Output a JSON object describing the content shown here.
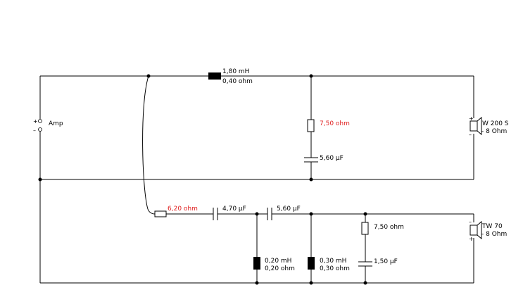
{
  "colors": {
    "wire": "#000000",
    "highlight": "#e02020",
    "background": "#ffffff"
  },
  "source": {
    "label": "Amp",
    "plus": "+",
    "minus": "–"
  },
  "woofer_branch": {
    "series_inductor": {
      "value": "1,80 mH",
      "resistance": "0,40 ohm"
    },
    "rc_resistor": {
      "value": "7,50 ohm"
    },
    "rc_capacitor": {
      "value": "5,60 µF"
    },
    "driver": {
      "name": "W 200 S",
      "impedance": "- 8 Ohm",
      "plus": "+",
      "minus": "–"
    }
  },
  "tweeter_branch": {
    "series_resistor": {
      "value": "6,20 ohm"
    },
    "capacitor_1": {
      "value": "4,70 µF"
    },
    "capacitor_2": {
      "value": "5,60 µF"
    },
    "shunt_inductor_1": {
      "value": "0,20 mH",
      "resistance": "0,20 ohm"
    },
    "shunt_inductor_2": {
      "value": "0,30 mH",
      "resistance": "0,30 ohm"
    },
    "rc_resistor": {
      "value": "7,50 ohm"
    },
    "rc_capacitor": {
      "value": "1,50 µF"
    },
    "driver": {
      "name": "TW 70",
      "impedance": "- 8 Ohm",
      "plus": "+",
      "minus": "–"
    }
  }
}
